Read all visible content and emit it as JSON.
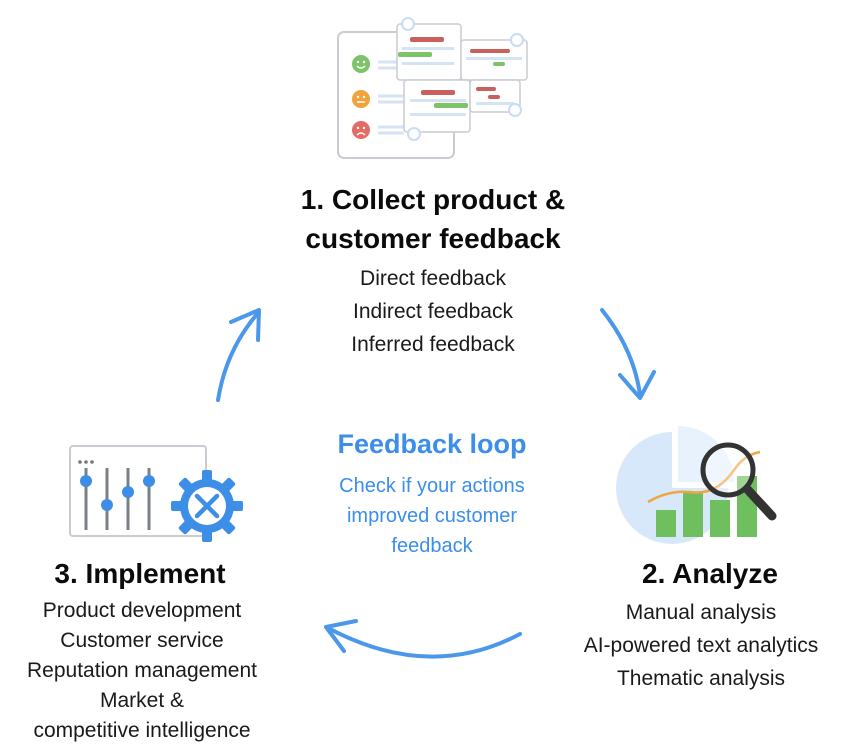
{
  "steps": {
    "collect": {
      "title_lines": [
        "1. Collect product &",
        "customer feedback"
      ],
      "items": [
        "Direct feedback",
        "Indirect feedback",
        "Inferred feedback"
      ]
    },
    "analyze": {
      "title": "2. Analyze",
      "items": [
        "Manual analysis",
        "AI-powered text analytics",
        "Thematic analysis"
      ]
    },
    "implement": {
      "title": "3. Implement",
      "items": [
        "Product development",
        "Customer service",
        "Reputation management",
        "Market &",
        "competitive intelligence"
      ]
    }
  },
  "loop": {
    "title": "Feedback loop",
    "description_lines": [
      "Check if your actions",
      "improved customer",
      "feedback"
    ]
  },
  "colors": {
    "arrow": "#4a97ec",
    "loop_text": "#3b8eea",
    "positive": "#7cc36a",
    "neutral": "#f2a23c",
    "negative": "#e46b63",
    "bar_red": "#c9605c",
    "bar_green": "#7cc36a",
    "chart_blue": "#d7e8fa",
    "chart_green": "#6fbf5e",
    "chart_line": "#f1a540"
  },
  "icons": {
    "collect": "feedback-cards-icon",
    "analyze": "chart-magnifier-icon",
    "implement": "sliders-gear-icon"
  }
}
